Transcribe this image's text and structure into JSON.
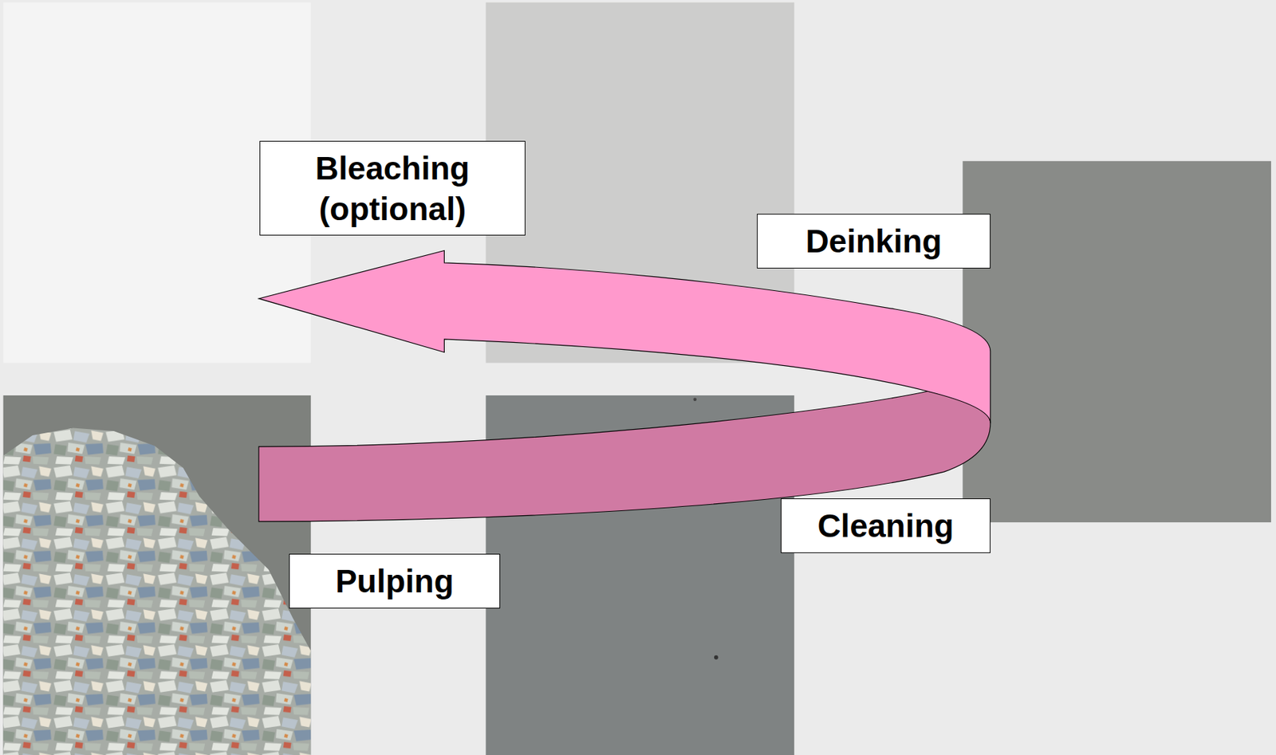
{
  "diagram": {
    "nodes": [
      {
        "text": [
          "Bleaching (optional)"
        ]
      },
      {
        "text": [
          "Deinking"
        ]
      },
      {
        "text": [
          "Cleaning"
        ]
      },
      {
        "text": [
          "Pulping"
        ]
      }
    ]
  }
}
